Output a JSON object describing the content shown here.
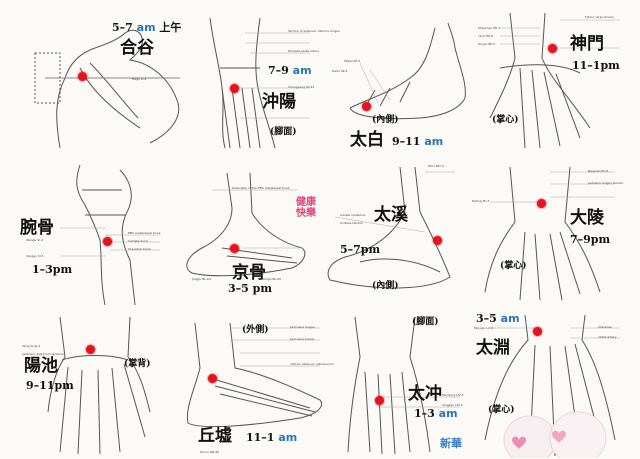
{
  "colors": {
    "point": "#e3141f",
    "time_am": "#2a74b8",
    "watermark": "#e0457b",
    "brand": "#3a7cc0"
  },
  "panels": [
    {
      "name": "合谷",
      "time": "5–7",
      "unit": "am",
      "extra": "上午",
      "note": "",
      "leaders": [
        "Hegu LI-4"
      ]
    },
    {
      "name": "沖陽",
      "time": "7–9",
      "unit": "am",
      "note": "(腳面)",
      "leaders": [
        "Tendon of extensor hallucis longus",
        "Dorsalis pedis artery",
        "Chongyang ST-42"
      ]
    },
    {
      "name": "太白",
      "time": "9–11",
      "unit": "am",
      "note": "(內側)",
      "leaders": [
        "Taibai SP-3",
        "Dadu SP-2"
      ]
    },
    {
      "name": "神門",
      "time": "11–1pm",
      "unit": "",
      "note": "(掌心)",
      "leaders": [
        "Shenmen HE-7",
        "Yinxi HE-6",
        "Tongli HE-5",
        "Flexor carpi ulnaris"
      ]
    },
    {
      "name": "腕骨",
      "time": "1–3pm",
      "unit": "",
      "note": "",
      "leaders": [
        "Wangu SI-4",
        "Yanggu SI-5",
        "fifth metacarpal bone",
        "hamate bone",
        "triquetral bone"
      ]
    },
    {
      "name": "京骨",
      "time": "3–5",
      "unit": "pm",
      "note": "",
      "leaders": [
        "Jinggu BL-64",
        "Shugu BL-65",
        "tuberosity of the fifth metatarsal bone"
      ]
    },
    {
      "name": "太溪",
      "time": "5–7pm",
      "unit": "",
      "note": "(內側)",
      "leaders": [
        "Taixi KID-3",
        "medial malleolus",
        "Achilles tendon"
      ]
    },
    {
      "name": "大陵",
      "time": "7–9pm",
      "unit": "",
      "note": "(掌心)",
      "leaders": [
        "Daling PC-7",
        "Neiguan PC-6",
        "palmaris longus tendon"
      ]
    },
    {
      "name": "陽池",
      "time": "9–11pm",
      "unit": "",
      "note": "(掌背)",
      "leaders": [
        "Yangchi SJ-4",
        "extensor digitorum tendons"
      ]
    },
    {
      "name": "丘墟",
      "time": "11–1",
      "unit": "am",
      "note": "(外側)",
      "leaders": [
        "Qiuxu GB-40",
        "peroneus longus",
        "peroneus brevis",
        "inferior extensor retinaculum"
      ]
    },
    {
      "name": "太冲",
      "time": "1–3",
      "unit": "am",
      "note": "(腳面)",
      "leaders": [
        "Taichong LIV-3",
        "Xingjian LIV-2"
      ]
    },
    {
      "name": "太淵",
      "time": "3–5",
      "unit": "am",
      "note": "(掌心)",
      "leaders": [
        "Taiyuan LU-9",
        "Shenmen",
        "radial artery"
      ]
    }
  ],
  "watermark_lines": [
    "健康",
    "快樂"
  ],
  "brand": "新華"
}
